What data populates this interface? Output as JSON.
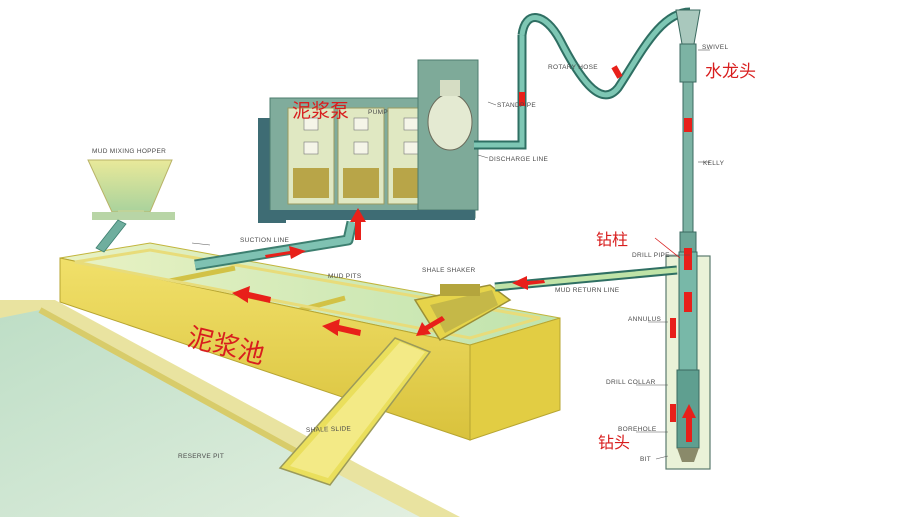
{
  "labels": {
    "swivel": "SWIVEL",
    "rotary_hose": "ROTARY HOSE",
    "standpipe": "STANDPIPE",
    "pump": "PUMP",
    "discharge_line": "DISCHARGE LINE",
    "kelly": "KELLY",
    "mud_mixing_hopper": "MUD MIXING HOPPER",
    "suction_line": "SUCTION LINE",
    "mud_pits": "MUD PITS",
    "shale_shaker": "SHALE SHAKER",
    "mud_return_line": "MUD RETURN LINE",
    "drill_pipe": "DRILL PIPE",
    "annulus": "ANNULUS",
    "drill_collar": "DRILL COLLAR",
    "borehole": "BOREHOLE",
    "bit": "BIT",
    "shale_slide": "SHALE SLIDE",
    "reserve_pit": "RESERVE PIT"
  },
  "cn_labels": {
    "mud_pump": "泥浆泵",
    "swivel": "水龙头",
    "drill_string": "钻柱",
    "mud_pit": "泥浆池",
    "bit": "钻头"
  },
  "colors": {
    "pipe": "#5aa89a",
    "pipe_dark": "#2f6f63",
    "pump_body": "#7fa99a",
    "pit_yellow": "#ecd94a",
    "pit_green": "#b8dc8e",
    "reserve_water": "#cfe6d4",
    "flow_arrow": "#e8201a",
    "cn_text": "#d81e1e"
  }
}
